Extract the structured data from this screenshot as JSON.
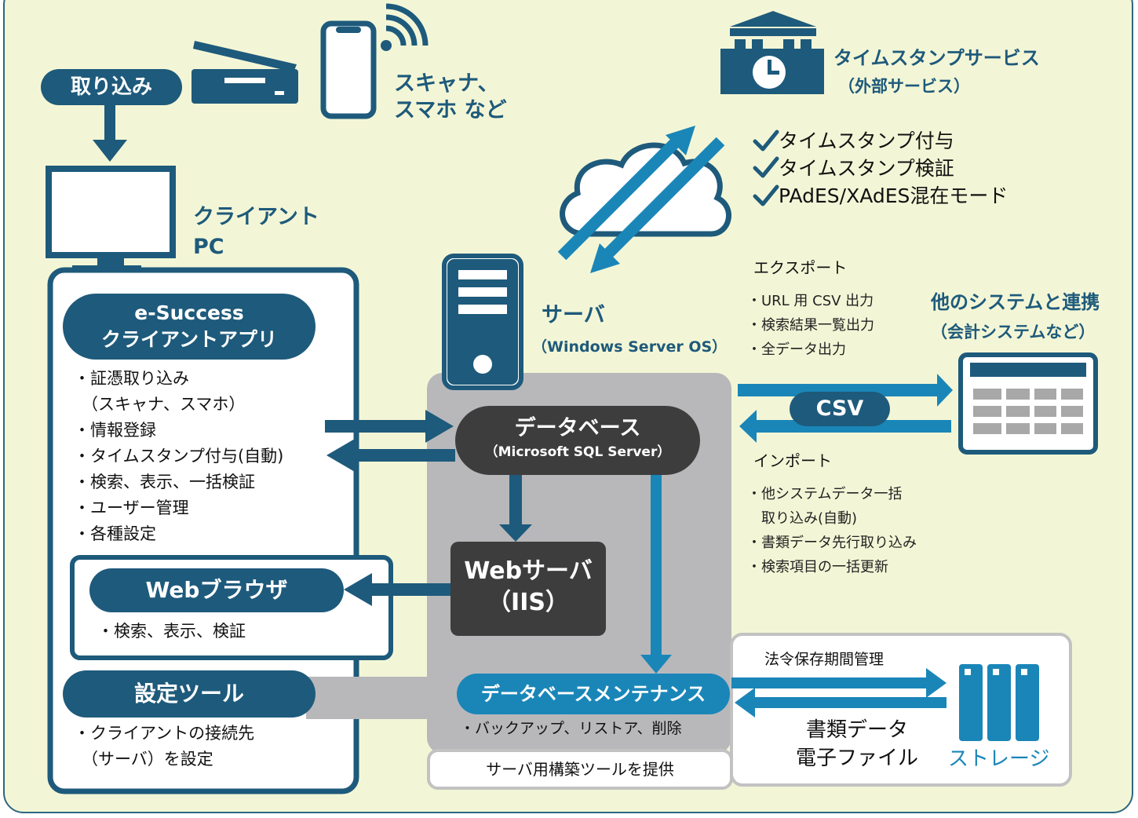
{
  "capture": {
    "label": "取り込み"
  },
  "scanner": {
    "line1": "スキャナ、",
    "line2": "スマホ など"
  },
  "client_pc": {
    "line1": "クライアント",
    "line2": "PC"
  },
  "client_app": {
    "title_line1": "e-Success",
    "title_line2": "クライアントアプリ",
    "items": [
      "・証憑取り込み",
      "（スキャナ、スマホ）",
      "・情報登録",
      "・タイムスタンプ付与(自動)",
      "・検索、表示、一括検証",
      "・ユーザー管理",
      "・各種設定"
    ]
  },
  "web_browser": {
    "title": "Webブラウザ",
    "items": [
      "・検索、表示、検証"
    ]
  },
  "settings_tool": {
    "title": "設定ツール",
    "items": [
      "・クライアントの接続先",
      "（サーバ）を設定"
    ]
  },
  "timestamp_service": {
    "title": "タイムスタンプサービス",
    "subtitle": "（外部サービス）"
  },
  "timestamp_features": [
    "タイムスタンプ付与",
    "タイムスタンプ検証",
    "PAdES/XAdES混在モード"
  ],
  "server": {
    "title": "サーバ",
    "subtitle": "（Windows Server OS）"
  },
  "database": {
    "title": "データベース",
    "subtitle": "（Microsoft SQL Server）"
  },
  "web_server": {
    "line1": "Webサーバ",
    "line2": "（IIS）"
  },
  "db_maintenance": {
    "title": "データベースメンテナンス",
    "items": [
      "・バックアップ、リストア、削除"
    ]
  },
  "server_tool_note": "サーバ用構築ツールを提供",
  "export": {
    "title": "エクスポート",
    "items": [
      "・URL 用 CSV 出力",
      "・検索結果一覧出力",
      "・全データ出力"
    ]
  },
  "csv_label": "CSV",
  "import": {
    "title": "インポート",
    "items": [
      "・他システムデータ一括",
      "　取り込み(自動)",
      "・書類データ先行取り込み",
      "・検索項目の一括更新"
    ]
  },
  "other_systems": {
    "title": "他のシステムと連携",
    "subtitle": "（会計システムなど）"
  },
  "retention": "法令保存期間管理",
  "documents": {
    "line1": "書類データ",
    "line2": "電子ファイル"
  },
  "storage": "ストレージ",
  "colors": {
    "navy": "#1e5a7b",
    "blue": "#1a86b8",
    "background": "#f3f6d6",
    "gray": "#b8b8bb",
    "dark": "#3d3d3d"
  }
}
